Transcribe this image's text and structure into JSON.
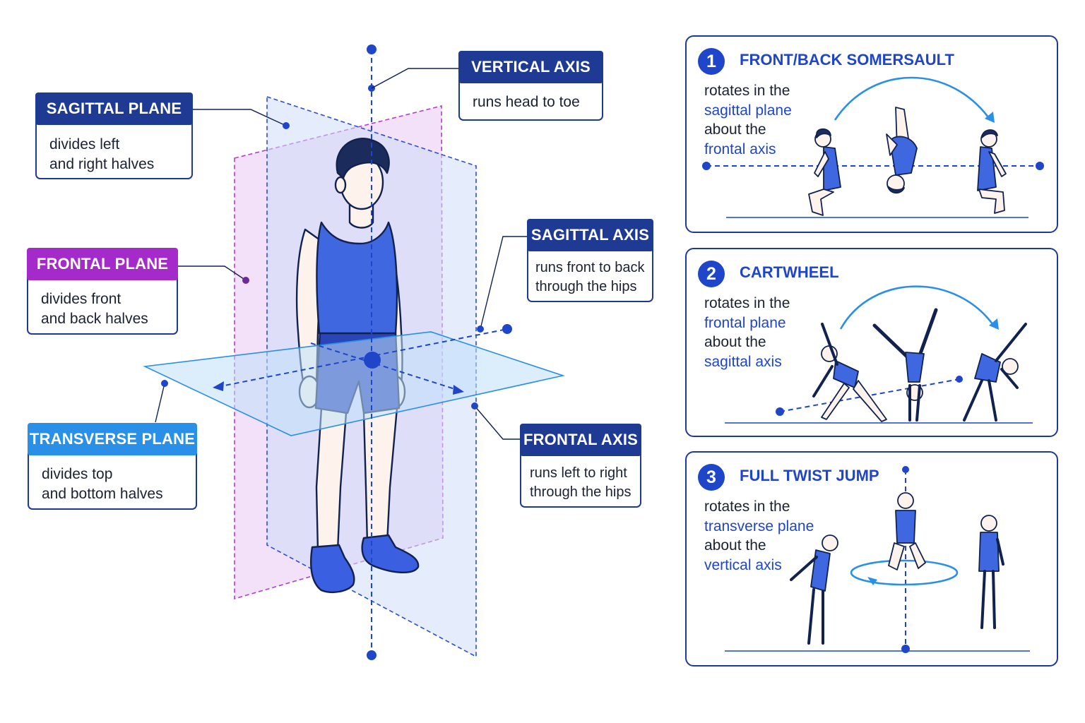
{
  "labels": {
    "vertical_axis": {
      "title": "VERTICAL AXIS",
      "lines": [
        "runs head to toe"
      ]
    },
    "sagittal_plane": {
      "title": "SAGITTAL PLANE",
      "lines": [
        "divides left",
        "and right halves"
      ]
    },
    "sagittal_axis": {
      "title": "SAGITTAL AXIS",
      "lines": [
        "runs front to back",
        "through the hips"
      ]
    },
    "frontal_plane": {
      "title": "FRONTAL PLANE",
      "lines": [
        "divides front",
        "and back halves"
      ]
    },
    "transverse_plane": {
      "title": "TRANSVERSE PLANE",
      "lines": [
        "divides top",
        "and bottom halves"
      ]
    },
    "frontal_axis": {
      "title": "FRONTAL AXIS",
      "lines": [
        "runs left to right",
        "through the hips"
      ]
    }
  },
  "cards": [
    {
      "number": "1",
      "title": "FRONT/BACK SOMERSAULT",
      "prefix": "rotates in the",
      "plane": "sagittal plane",
      "middle": "about the",
      "axis": "frontal axis"
    },
    {
      "number": "2",
      "title": "CARTWHEEL",
      "prefix": "rotates in the",
      "plane": "frontal plane",
      "middle": "about the",
      "axis": "sagittal axis"
    },
    {
      "number": "3",
      "title": "FULL TWIST JUMP",
      "prefix": "rotates in the",
      "plane": "transverse plane",
      "middle": "about the",
      "axis": "vertical axis"
    }
  ],
  "colors": {
    "navy": "#1f3a93",
    "blue": "#1f45c9",
    "magenta": "#a42bc9",
    "sky": "#2a8fe6",
    "outfit": "#3f67e0"
  },
  "icons": [
    "person-figure",
    "somersault-figures",
    "cartwheel-figures",
    "twist-jump-figures"
  ]
}
